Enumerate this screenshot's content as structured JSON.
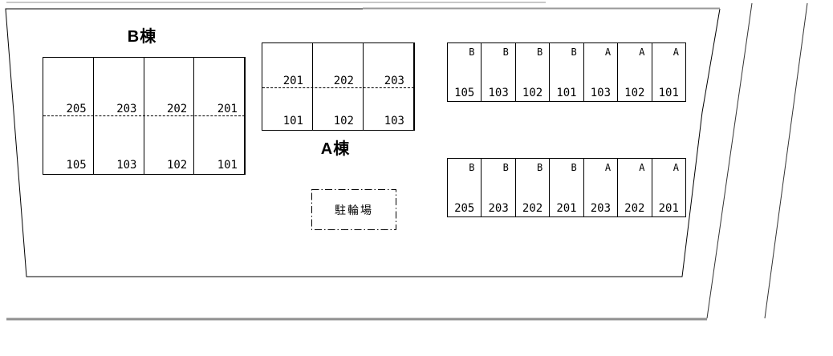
{
  "titles": {
    "block_b": "B棟",
    "block_a": "A棟"
  },
  "bicycle_area": {
    "label": "駐輪場"
  },
  "block_b": {
    "upper_numbers": [
      "205",
      "203",
      "202",
      "201"
    ],
    "lower_numbers": [
      "105",
      "103",
      "102",
      "101"
    ]
  },
  "block_a": {
    "upper_numbers": [
      "201",
      "202",
      "203"
    ],
    "lower_numbers": [
      "101",
      "102",
      "103"
    ]
  },
  "right_upper_block": {
    "building_letters": [
      "B",
      "B",
      "B",
      "B",
      "A",
      "A",
      "A"
    ],
    "space_numbers": [
      "105",
      "103",
      "102",
      "101",
      "103",
      "102",
      "101"
    ]
  },
  "right_lower_block": {
    "building_letters": [
      "B",
      "B",
      "B",
      "B",
      "A",
      "A",
      "A"
    ],
    "space_numbers": [
      "205",
      "203",
      "202",
      "201",
      "203",
      "202",
      "201"
    ]
  },
  "colors": {
    "line_black": "#000000",
    "boundary_gray": "#999999",
    "top_road_gray": "#c8c8c8",
    "bottom_road_gray": "#909090",
    "background": "#ffffff"
  }
}
